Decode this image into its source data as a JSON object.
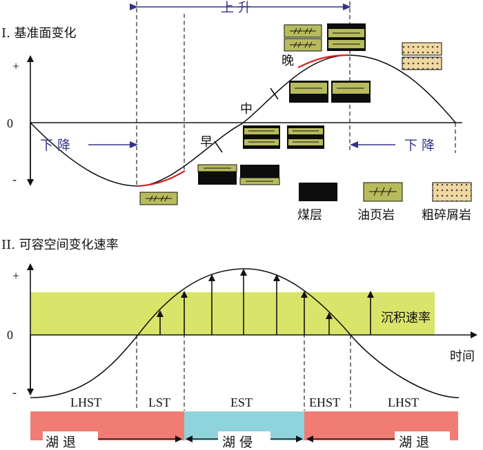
{
  "panel1": {
    "title": "I. 基准面变化",
    "y_plus": "+",
    "y_zero": "0",
    "y_minus": "-",
    "rise_label": "上 升",
    "fall_left": "下 降",
    "fall_right": "下 降",
    "stage_early": "早",
    "stage_middle": "中",
    "stage_late": "晚"
  },
  "legend": {
    "coal": "煤层",
    "oil_shale": "油页岩",
    "siltstone": "粗碎屑岩",
    "colors": {
      "coal": "#0d0d0d",
      "oil_shale": "#b7bb5c",
      "siltstone": "#f0d8a0"
    }
  },
  "panel2": {
    "title": "II. 可容空间变化速率",
    "y_plus": "+",
    "y_zero": "0",
    "y_minus": "-",
    "x_label": "时间",
    "rate_label": "沉积速率",
    "band_color": "#d9e46a",
    "tracts": [
      "LHST",
      "LST",
      "EST",
      "EHST",
      "LHST"
    ],
    "lake_retreat_left": "湖 退",
    "lake_transgression": "湖 侵",
    "lake_retreat_right": "湖 退",
    "colors": {
      "retreat": "#f07c74",
      "transgression": "#8fd3dc"
    }
  }
}
